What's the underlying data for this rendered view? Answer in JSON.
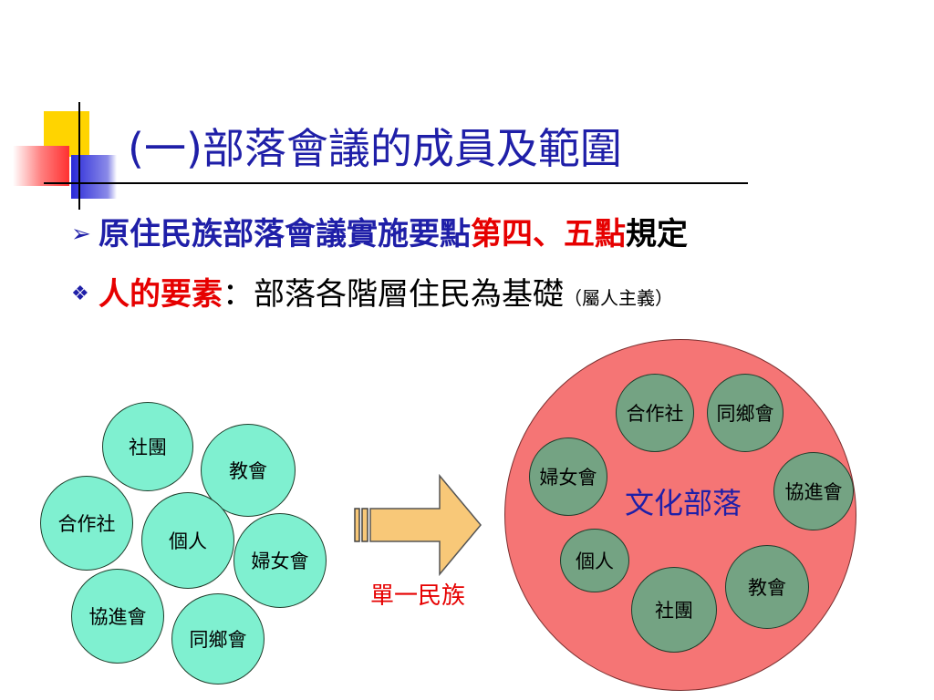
{
  "slide": {
    "title": "(一)部落會議的成員及範圍",
    "bullet1": {
      "part1": "原住民族部落會議實施要點",
      "part2": "第四、五點",
      "part3": "規定"
    },
    "bullet2": {
      "part1": "人的要素",
      "part2": "：部落各階層住民為基礎",
      "part3": "（屬人主義）"
    }
  },
  "left_group": {
    "items": [
      "社團",
      "教會",
      "合作社",
      "個人",
      "婦女會",
      "協進會",
      "同鄉會"
    ]
  },
  "arrow": {
    "label": "單一民族"
  },
  "right_group": {
    "center_label": "文化部落",
    "items": [
      "合作社",
      "同鄉會",
      "婦女會",
      "協進會",
      "個人",
      "教會",
      "社團"
    ]
  },
  "colors": {
    "title": "#1f1fa8",
    "emphasis": "#e60000",
    "left_circle_fill": "#7ff0d0",
    "right_circle_fill": "#74a383",
    "big_circle_fill": "#f57575",
    "arrow_fill": "#f8c878"
  }
}
